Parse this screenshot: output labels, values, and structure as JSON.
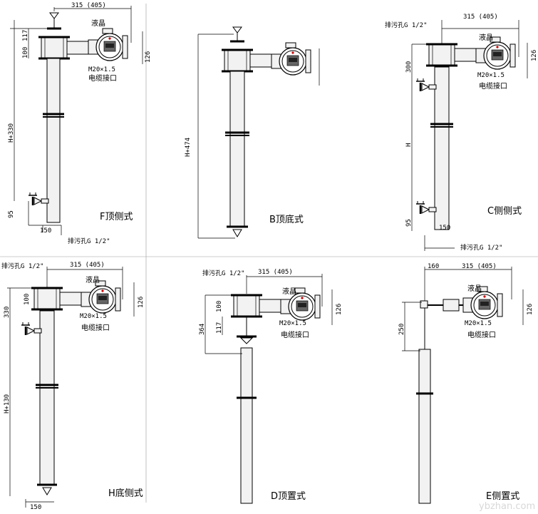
{
  "common": {
    "dim_315": "315 (405)",
    "lcd": "液晶",
    "thread": "M20×1.5",
    "cable": "电缆接口",
    "drain": "排污孔G 1/2\"",
    "dim_126": "126",
    "dim_150": "150",
    "dim_100": "100",
    "dim_117": "117",
    "dim_95": "95"
  },
  "F": {
    "caption": "F顶侧式",
    "height": "H+330"
  },
  "B": {
    "caption": "B顶底式",
    "height": "H+474"
  },
  "C": {
    "caption": "C侧侧式",
    "height": "H",
    "top": "300"
  },
  "H": {
    "caption": "H底侧式",
    "height": "H+130",
    "top": "330"
  },
  "D": {
    "caption": "D顶置式",
    "height": "364"
  },
  "E": {
    "caption": "E侧置式",
    "top_offset": "160",
    "height": "250"
  },
  "watermark": "ybzhan.com"
}
